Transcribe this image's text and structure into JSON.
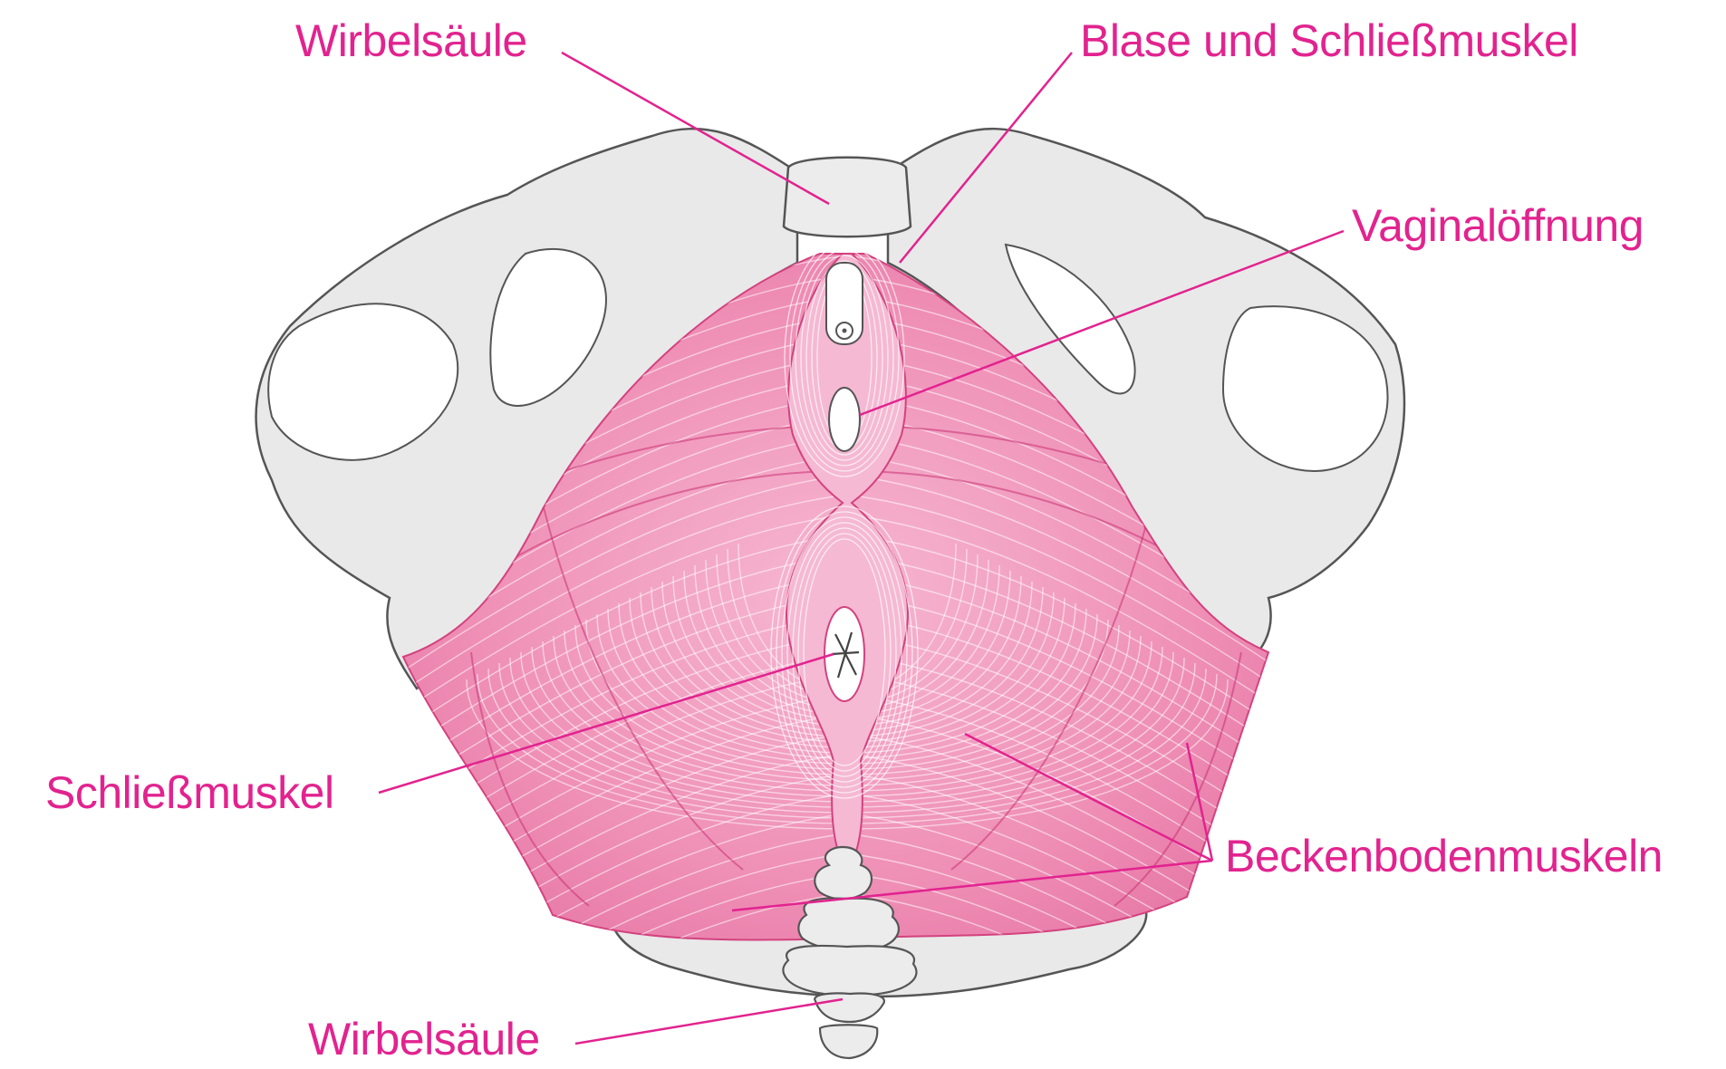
{
  "colors": {
    "accent": "#e2238f",
    "bone": "#e9e9e9",
    "bone_outline": "#555555",
    "muscle": "#ef8fb6",
    "muscle_dark": "#d3427f",
    "muscle_light": "#f7c9dc",
    "background": "#ffffff"
  },
  "labels": {
    "wirbelsaeule_top": "Wirbelsäule",
    "blase": "Blase und Schließmuskel",
    "vaginal": "Vaginalöffnung",
    "schliessmuskel": "Schließmuskel",
    "beckenboden": "Beckenbodenmuskeln",
    "wirbelsaeule_bottom": "Wirbelsäule"
  }
}
